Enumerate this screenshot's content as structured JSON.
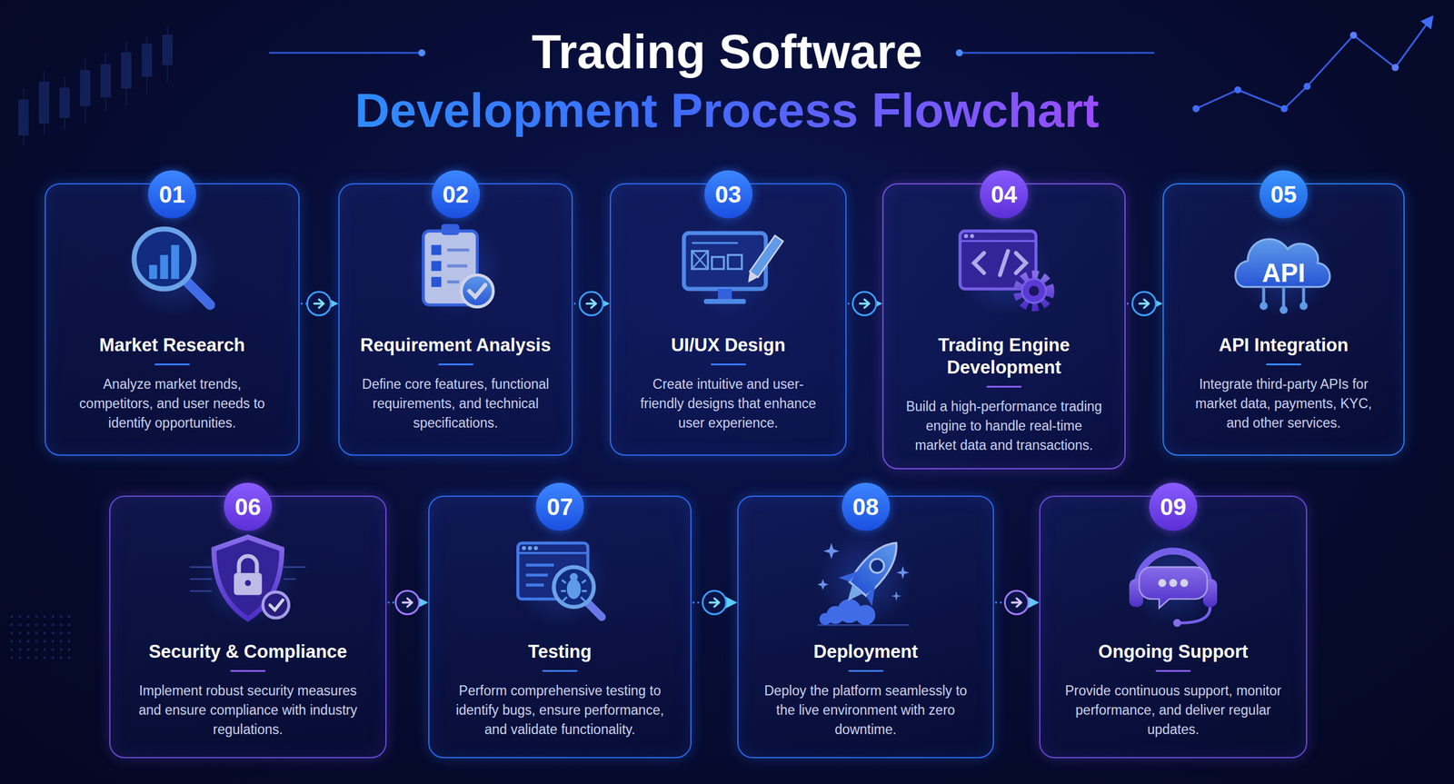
{
  "diagram": {
    "title": "Trading Software Development Process Flowchart",
    "nodes": [
      {
        "text": [
          "01",
          "Market Research",
          "Analyze market trends, competitors, and user needs to identify opportunities."
        ]
      },
      {
        "text": [
          "02",
          "Requirement Analysis",
          "Define core features, functional requirements, and technical specifications."
        ]
      },
      {
        "text": [
          "03",
          "UI/UX Design",
          "Create intuitive and user-friendly designs that enhance user experience."
        ]
      },
      {
        "text": [
          "04",
          "Trading Engine Development",
          "Build a high-performance trading engine to handle real-time market data and transactions."
        ]
      },
      {
        "text": [
          "05",
          "API Integration",
          "Integrate third-party APIs for market data, payments, KYC, and other services."
        ]
      },
      {
        "text": [
          "06",
          "Security & Compliance",
          "Implement robust security measures and ensure compliance with industry regulations."
        ]
      },
      {
        "text": [
          "07",
          "Testing",
          "Perform comprehensive testing to identify bugs, ensure performance, and validate functionality."
        ]
      },
      {
        "text": [
          "08",
          "Deployment",
          "Deploy the platform seamlessly to the live environment with zero downtime."
        ]
      },
      {
        "text": [
          "09",
          "Ongoing Support",
          "Provide continuous support, monitor performance, and deliver regular updates."
        ]
      }
    ],
    "edges": [
      {
        "from": 0,
        "to": 1,
        "arrow": "to"
      },
      {
        "from": 1,
        "to": 2,
        "arrow": "to"
      },
      {
        "from": 2,
        "to": 3,
        "arrow": "to"
      },
      {
        "from": 3,
        "to": 4,
        "arrow": "to"
      },
      {
        "from": 5,
        "to": 6,
        "arrow": "to"
      },
      {
        "from": 6,
        "to": 7,
        "arrow": "to"
      },
      {
        "from": 7,
        "to": 8,
        "arrow": "to"
      }
    ],
    "labels": [
      "API"
    ]
  }
}
